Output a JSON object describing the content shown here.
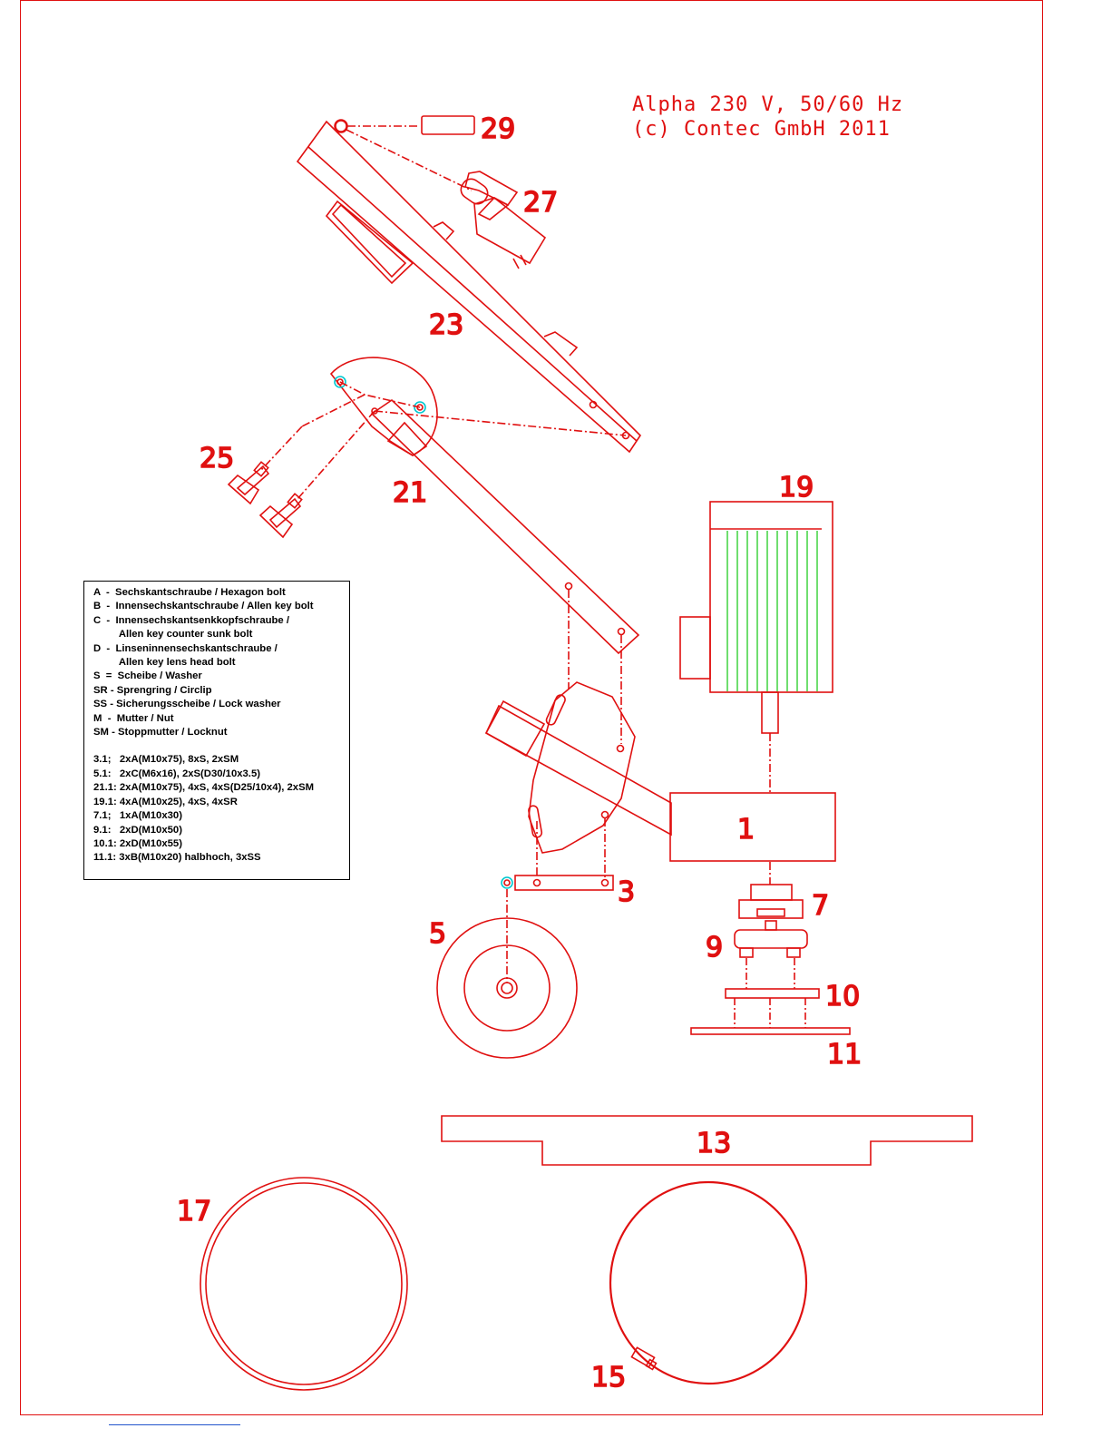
{
  "header": {
    "line1": "Alpha 230 V, 50/60 Hz",
    "line2": "(c) Contec GmbH 2011"
  },
  "legend": {
    "abbreviations": [
      "A  -  Sechskantschraube / Hexagon bolt",
      "B  -  Innensechskantschraube / Allen key bolt",
      "C  -  Innensechskantsenkkopfschraube /",
      "         Allen key counter sunk bolt",
      "D  -  Linseninnensechskantschraube /",
      "         Allen key lens head bolt",
      "S  =  Scheibe / Washer",
      "SR - Sprengring / Circlip",
      "SS - Sicherungsscheibe / Lock washer",
      "M  -  Mutter / Nut",
      "SM - Stoppmutter / Locknut"
    ],
    "fasteners": [
      "3.1;   2xA(M10x75), 8xS, 2xSM",
      "5.1:   2xC(M6x16), 2xS(D30/10x3.5)",
      "21.1: 2xA(M10x75), 4xS, 4xS(D25/10x4), 2xSM",
      "19.1: 4xA(M10x25), 4xS, 4xSR",
      "7.1;   1xA(M10x30)",
      "9.1:   2xD(M10x50)",
      "10.1: 2xD(M10x55)",
      "11.1: 3xB(M10x20) halbhoch, 3xSS"
    ]
  },
  "parts": {
    "p1": "1",
    "p3": "3",
    "p5": "5",
    "p7": "7",
    "p9": "9",
    "p10": "10",
    "p11": "11",
    "p13": "13",
    "p15": "15",
    "p17": "17",
    "p19": "19",
    "p21": "21",
    "p23": "23",
    "p25": "25",
    "p27": "27",
    "p29": "29"
  },
  "colors": {
    "drawing": "#e01010",
    "motor_fins": "#22cc22",
    "highlight": "#00c8d0",
    "legend_border": "#000000"
  }
}
